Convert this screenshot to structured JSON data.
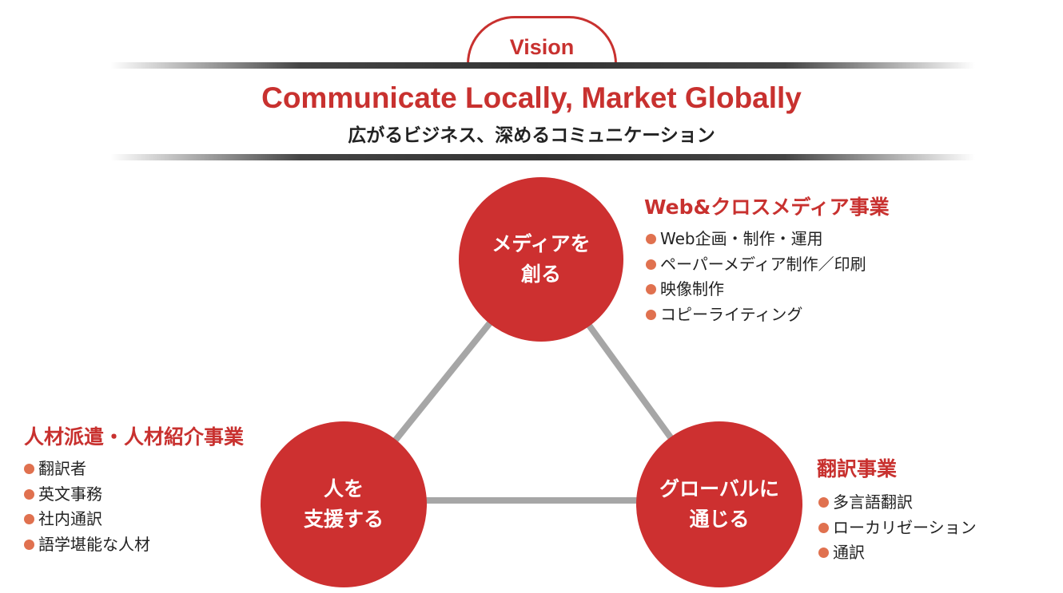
{
  "vision": {
    "label": "Vision",
    "tagline_en": "Communicate Locally, Market Globally",
    "tagline_ja": "広がるビジネス、深めるコミュニケーション"
  },
  "colors": {
    "accent_red": "#c8312f",
    "circle_red": "#cd3030",
    "bullet": "#e0714f",
    "connector_gray": "#a6a6a6"
  },
  "circles": {
    "media": {
      "line1": "メディアを",
      "line2": "創る"
    },
    "people": {
      "line1": "人を",
      "line2": "支援する"
    },
    "global": {
      "line1": "グローバルに",
      "line2": "通じる"
    }
  },
  "businesses": {
    "web_media": {
      "title": "Web&クロスメディア事業",
      "items": [
        "Web企画・制作・運用",
        "ペーパーメディア制作／印刷",
        "映像制作",
        "コピーライティング"
      ]
    },
    "staffing": {
      "title": "人材派遣・人材紹介事業",
      "items": [
        "翻訳者",
        "英文事務",
        "社内通訳",
        "語学堪能な人材"
      ]
    },
    "translation": {
      "title": "翻訳事業",
      "items": [
        "多言語翻訳",
        "ローカリゼーション",
        "通訳"
      ]
    }
  }
}
